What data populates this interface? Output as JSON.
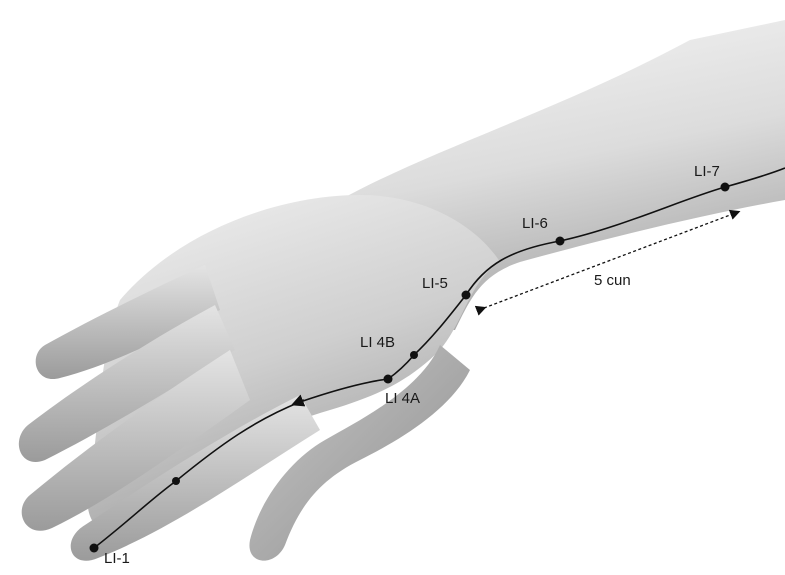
{
  "diagram": {
    "meridian_color": "#111111",
    "skin_light": "#f3f3f3",
    "skin_shadow": "#8f8f8f",
    "points": [
      {
        "id": "li-1",
        "label": "LI-1"
      },
      {
        "id": "li-4a",
        "label": "LI 4A"
      },
      {
        "id": "li-4b",
        "label": "LI 4B"
      },
      {
        "id": "li-5",
        "label": "LI-5"
      },
      {
        "id": "li-6",
        "label": "LI-6"
      },
      {
        "id": "li-7",
        "label": "LI-7"
      }
    ],
    "measurement": {
      "label": "5 cun"
    }
  }
}
